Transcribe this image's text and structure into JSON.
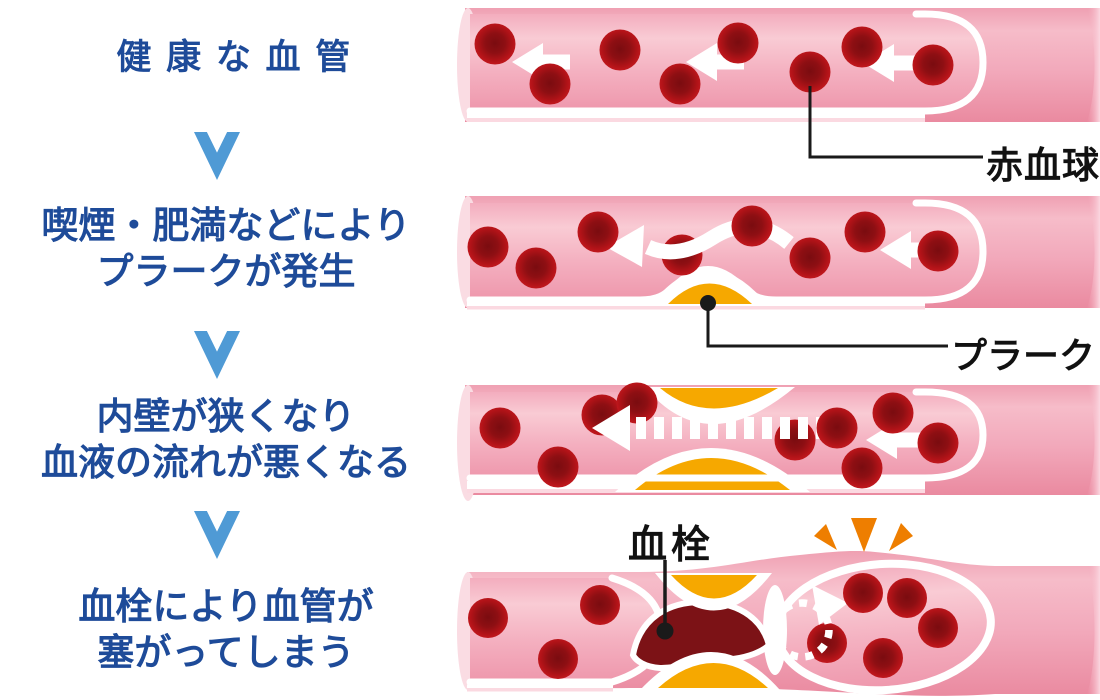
{
  "title_steps": [
    {
      "text": "健康な血管"
    },
    {
      "line1": "喫煙・肥満などにより",
      "line2": "プラークが発生"
    },
    {
      "line1": "内壁が狭くなり",
      "line2": "血液の流れが悪くなる"
    },
    {
      "line1": "血栓により血管が",
      "line2": "塞がってしまう"
    }
  ],
  "labels": {
    "red_blood_cell": "赤血球",
    "plaque": "プラーク",
    "thrombus": "血栓"
  },
  "colors": {
    "step_text_blue": "#1e4b99",
    "flow_chevron_blue": "#4f9ad5",
    "vessel_pink_dark": "#ea8aa0",
    "vessel_pink_light": "#f6bcc9",
    "lumen_pink_light": "#f9cbd4",
    "vessel_cut_edge": "#fadce3",
    "rbc_red": "#c61a20",
    "rbc_dark_red": "#7a0c10",
    "plaque_orange": "#f6a800",
    "thrombus_maroon": "#7c1216",
    "alert_orange": "#ee7e00",
    "annotation_black": "#111111",
    "flow_arrow_white": "#ffffff"
  }
}
